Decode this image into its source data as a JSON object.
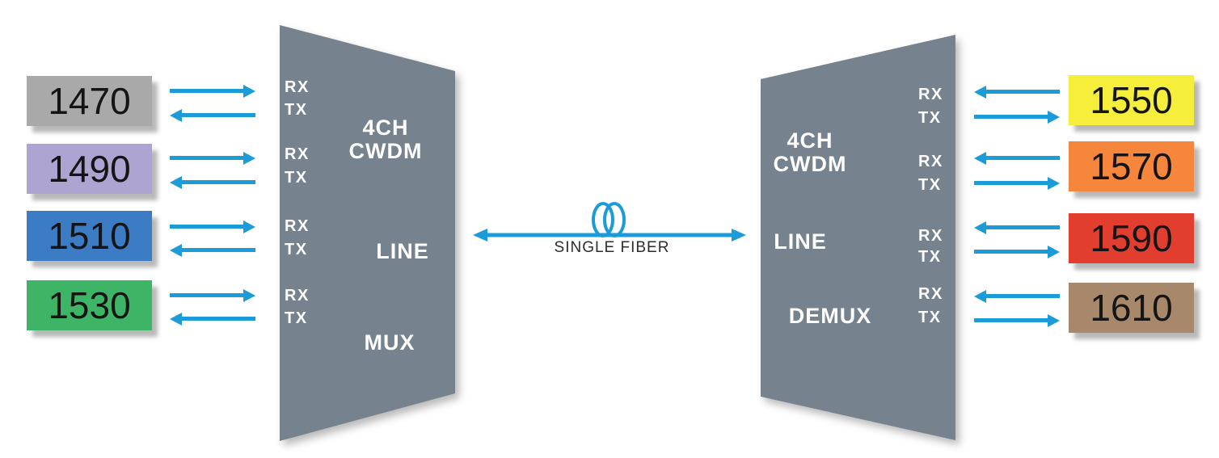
{
  "colors": {
    "arrow": "#1B9CD8",
    "device_body": "#76828D",
    "device_text": "#FFFFFF"
  },
  "labels": {
    "rx": "RX",
    "tx": "TX"
  },
  "left_device": {
    "name_line1": "4CH",
    "name_line2": "CWDM",
    "port_label": "LINE",
    "function_label": "MUX"
  },
  "right_device": {
    "name_line1": "4CH",
    "name_line2": "CWDM",
    "port_label": "LINE",
    "function_label": "DEMUX"
  },
  "center_link": {
    "label": "SINGLE FIBER"
  },
  "left_channels": [
    {
      "wavelength": "1470",
      "color": "#A9A9A9"
    },
    {
      "wavelength": "1490",
      "color": "#AEA4D2"
    },
    {
      "wavelength": "1510",
      "color": "#3B7CC5"
    },
    {
      "wavelength": "1530",
      "color": "#3EB566"
    }
  ],
  "right_channels": [
    {
      "wavelength": "1550",
      "color": "#F5EE3A"
    },
    {
      "wavelength": "1570",
      "color": "#F6863B"
    },
    {
      "wavelength": "1590",
      "color": "#E13E30"
    },
    {
      "wavelength": "1610",
      "color": "#A8886B"
    }
  ]
}
